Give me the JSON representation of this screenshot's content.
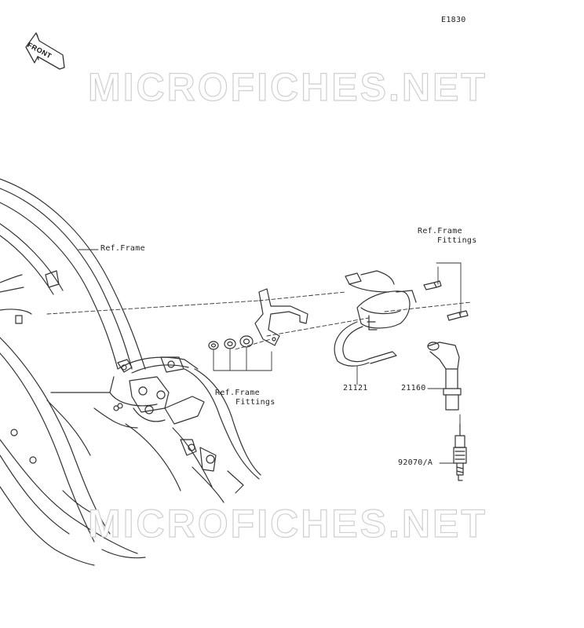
{
  "diagram_code": "E1830",
  "front_label": "FRONT",
  "watermark_text": "MICROFICHES.NET",
  "labels": {
    "ref_frame": "Ref.Frame",
    "ref_frame_fittings_top_1": "Ref.Frame",
    "ref_frame_fittings_top_2": "Fittings",
    "ref_frame_fittings_mid_1": "Ref.Frame",
    "ref_frame_fittings_mid_2": "Fittings",
    "part_21121": "21121",
    "part_21160": "21160",
    "part_92070": "92070/A"
  },
  "colors": {
    "line": "#333333",
    "watermark_stroke": "#cfcfcf"
  }
}
